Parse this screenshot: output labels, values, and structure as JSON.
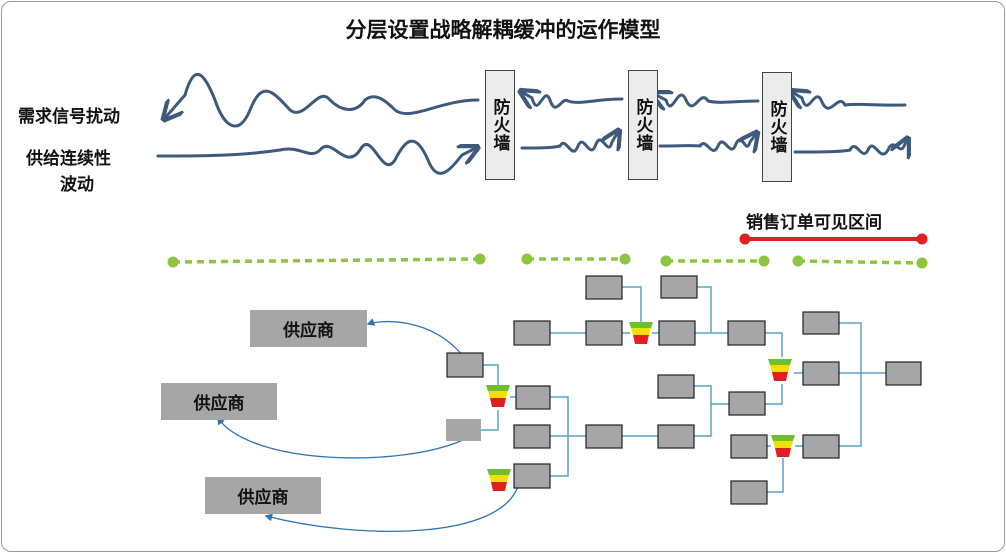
{
  "title": "分层设置战略解耦缓冲的运作模型",
  "labels": {
    "demand": "需求信号扰动",
    "supply_line1": "供给连续性",
    "supply_line2": "波动"
  },
  "firewall_text": "防火墙",
  "visibility_label": "销售订单可见区间",
  "supplier_text": "供应商",
  "colors": {
    "wave": "#3d5a7a",
    "dash": "#8cc63f",
    "visibility": "#e02020",
    "box": "#a6a6a6",
    "connector": "#5aa0c8",
    "buffer_green": "#6cbf2f",
    "buffer_yellow": "#f2e000",
    "buffer_red": "#e02020"
  }
}
